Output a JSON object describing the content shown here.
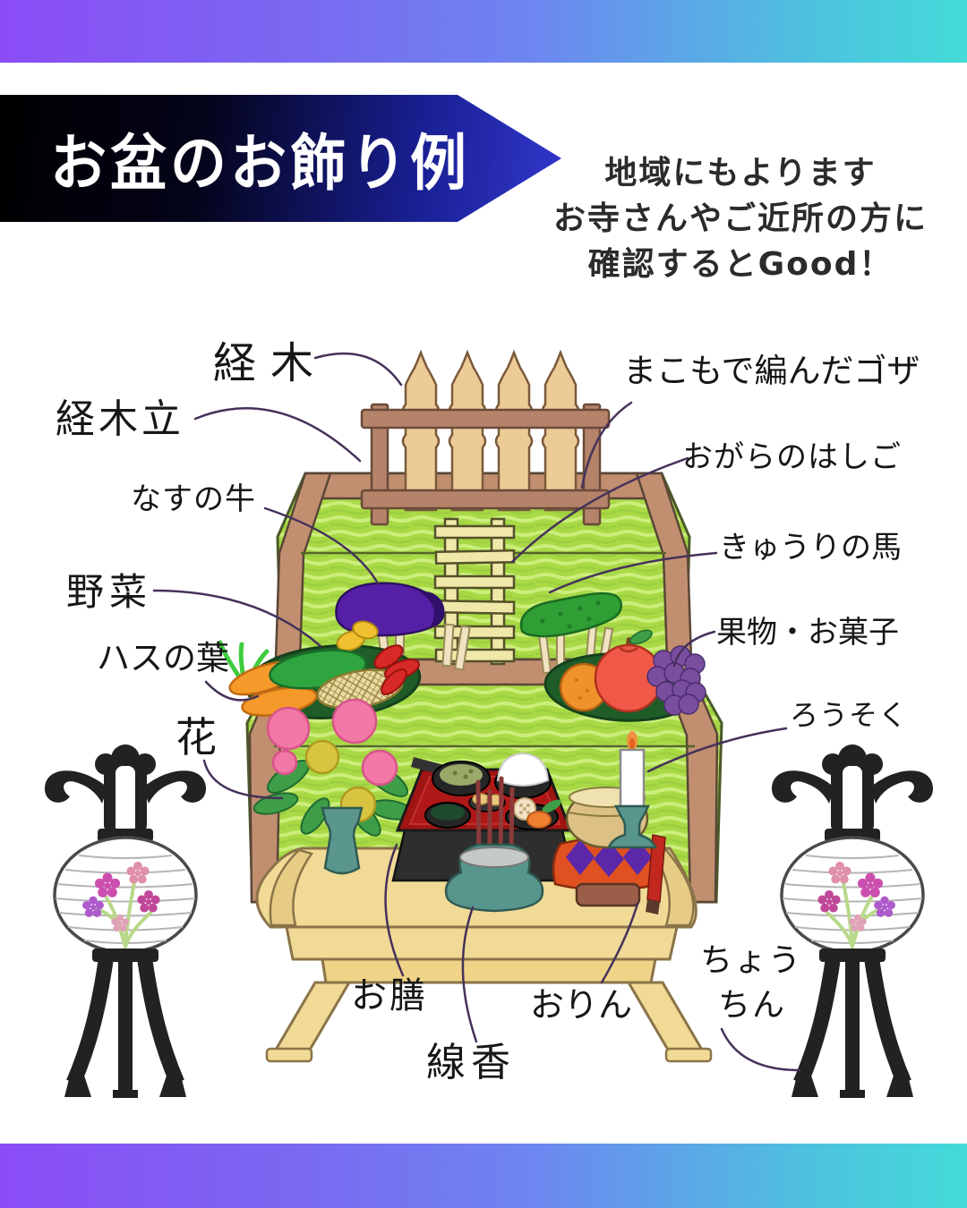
{
  "banner": {
    "title": "お盆のお飾り例"
  },
  "subtitle": {
    "lines": [
      "地域にもよります",
      "お寺さんやご近所の方に",
      "確認するとGood！"
    ]
  },
  "labels": {
    "kyogi": "経木",
    "kyogidate": "経木立",
    "makomo_goza": "まこもで編んだゴザ",
    "ogara_hashigo": "おがらのはしご",
    "nasu_ushi": "なすの牛",
    "kyuri_uma": "きゅうりの馬",
    "yasai": "野菜",
    "kudamono_okashi": "果物・お菓子",
    "hasu_no_ha": "ハスの葉",
    "rosoku": "ろうそく",
    "hana": "花",
    "ozen": "お膳",
    "orin": "おりん",
    "chochin_line1": "ちょう",
    "chochin_line2": "ちん",
    "senko": "線香"
  },
  "colors": {
    "gradient_left": "#8b4cf6",
    "gradient_right": "#43dbd8",
    "banner_start": "#000000",
    "banner_end": "#3237cb",
    "banner_text": "#ffffff",
    "subtitle_text": "#2b2b2b",
    "label_ink": "#161616",
    "leader_line": "#46325a",
    "mat_green": "#a9da46",
    "wood_brown": "#c18f70",
    "tablet_tan": "#eccb96",
    "ladder_cream": "#efe8a8",
    "eggplant_purple": "#5520a6",
    "cucumber_green": "#2f9e35",
    "table_tan": "#f0da96",
    "teal_ware": "#58958d",
    "tray_red": "#a01414",
    "bell_gold": "#dcc084",
    "lantern_black": "#222222"
  }
}
